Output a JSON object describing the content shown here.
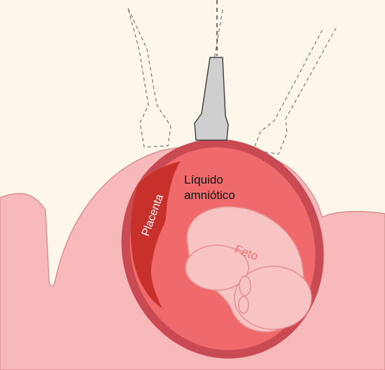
{
  "labels": {
    "liquido_line1": "Líquido",
    "liquido_line2": "amniótico",
    "placenta": "Placenta",
    "feto": "Feto"
  },
  "colors": {
    "background": "#fdf6ea",
    "skin": "#f7b9b9",
    "skin_outline": "#d98f8f",
    "uterus_wall": "#c94a52",
    "amniotic_fluid": "#f06a6c",
    "placenta": "#c8312b",
    "fetus": "#f8c3c3",
    "probe_fill": "#cfcfcf",
    "probe_outline": "#444444",
    "label_dark": "#111111",
    "label_light": "#ffffff",
    "label_fetus": "#ef6f73"
  }
}
